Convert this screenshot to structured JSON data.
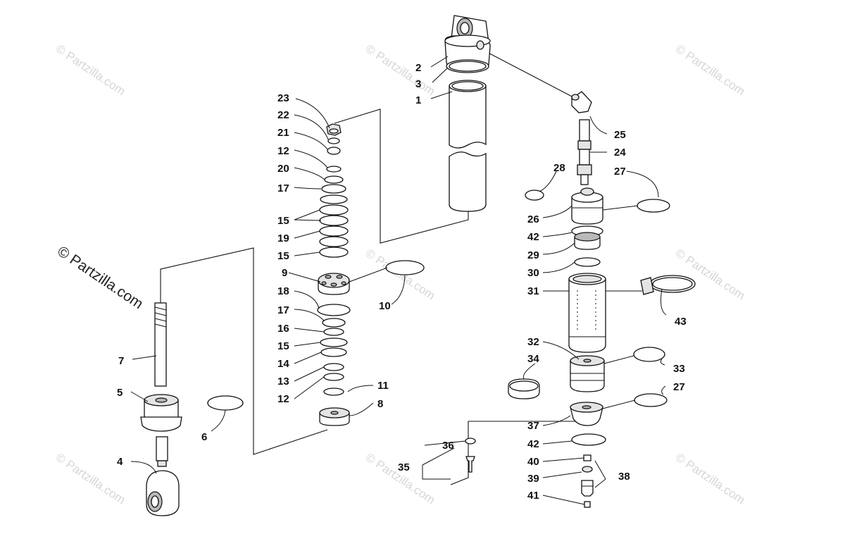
{
  "watermark": {
    "text": "© Partzilla.com",
    "prominent_text": "© Partzilla.com"
  },
  "callouts": [
    {
      "id": "c1",
      "text": "1"
    },
    {
      "id": "c2",
      "text": "2"
    },
    {
      "id": "c3",
      "text": "3"
    },
    {
      "id": "c4",
      "text": "4"
    },
    {
      "id": "c5",
      "text": "5"
    },
    {
      "id": "c6",
      "text": "6"
    },
    {
      "id": "c7",
      "text": "7"
    },
    {
      "id": "c8",
      "text": "8"
    },
    {
      "id": "c9",
      "text": "9"
    },
    {
      "id": "c10",
      "text": "10"
    },
    {
      "id": "c11",
      "text": "11"
    },
    {
      "id": "c12a",
      "text": "12"
    },
    {
      "id": "c12b",
      "text": "12"
    },
    {
      "id": "c13",
      "text": "13"
    },
    {
      "id": "c14",
      "text": "14"
    },
    {
      "id": "c15a",
      "text": "15"
    },
    {
      "id": "c15b",
      "text": "15"
    },
    {
      "id": "c15c",
      "text": "15"
    },
    {
      "id": "c16",
      "text": "16"
    },
    {
      "id": "c17a",
      "text": "17"
    },
    {
      "id": "c17b",
      "text": "17"
    },
    {
      "id": "c18",
      "text": "18"
    },
    {
      "id": "c19",
      "text": "19"
    },
    {
      "id": "c20",
      "text": "20"
    },
    {
      "id": "c21",
      "text": "21"
    },
    {
      "id": "c22",
      "text": "22"
    },
    {
      "id": "c23",
      "text": "23"
    },
    {
      "id": "c24",
      "text": "24"
    },
    {
      "id": "c25",
      "text": "25"
    },
    {
      "id": "c26",
      "text": "26"
    },
    {
      "id": "c27a",
      "text": "27"
    },
    {
      "id": "c27b",
      "text": "27"
    },
    {
      "id": "c28",
      "text": "28"
    },
    {
      "id": "c29",
      "text": "29"
    },
    {
      "id": "c30",
      "text": "30"
    },
    {
      "id": "c31",
      "text": "31"
    },
    {
      "id": "c32",
      "text": "32"
    },
    {
      "id": "c33",
      "text": "33"
    },
    {
      "id": "c34",
      "text": "34"
    },
    {
      "id": "c35",
      "text": "35"
    },
    {
      "id": "c36",
      "text": "36"
    },
    {
      "id": "c37",
      "text": "37"
    },
    {
      "id": "c38",
      "text": "38"
    },
    {
      "id": "c39",
      "text": "39"
    },
    {
      "id": "c40",
      "text": "40"
    },
    {
      "id": "c41",
      "text": "41"
    },
    {
      "id": "c42a",
      "text": "42"
    },
    {
      "id": "c42b",
      "text": "42"
    },
    {
      "id": "c43",
      "text": "43"
    }
  ]
}
